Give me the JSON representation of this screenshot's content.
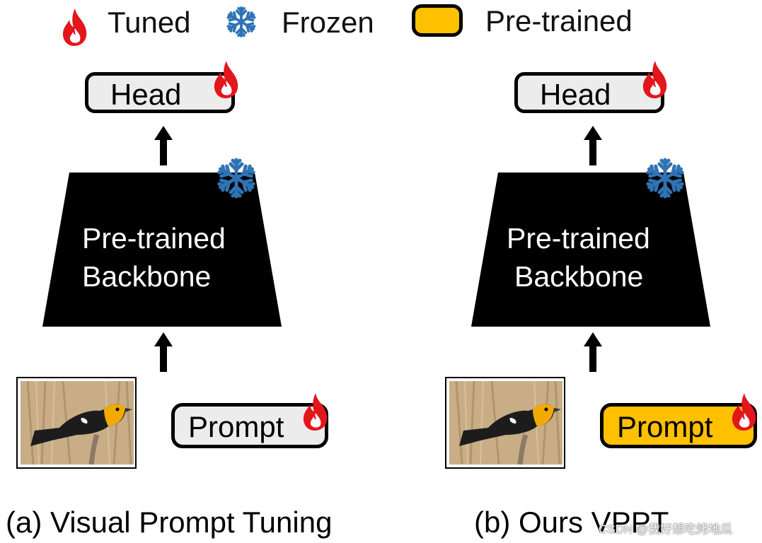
{
  "legend": {
    "tuned_label": "Tuned",
    "frozen_label": "Frozen",
    "pretrained_label": "Pre-trained",
    "pretrained_swatch_color": "#FFC000"
  },
  "panels": [
    {
      "head_label": "Head",
      "backbone_line1": "Pre-trained",
      "backbone_line2": "Backbone",
      "prompt_label": "Prompt",
      "prompt_fill": "#ececec",
      "caption": "(a) Visual Prompt Tuning"
    },
    {
      "head_label": "Head",
      "backbone_line1": "Pre-trained",
      "backbone_line2": "Backbone",
      "prompt_label": "Prompt",
      "prompt_fill": "#FFC000",
      "caption": "(b) Ours VPPT"
    }
  ],
  "icons": {
    "tuned": "flame-icon",
    "frozen": "snowflake-icon"
  },
  "watermark": "CSDN @我好想吃烤地瓜"
}
